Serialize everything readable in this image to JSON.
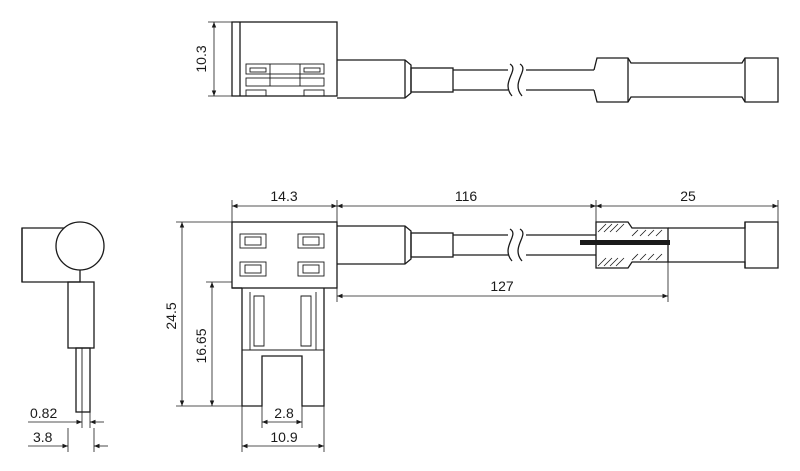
{
  "dimensions": {
    "height_top": "10.3",
    "width_body": "14.3",
    "wire_len": "116",
    "holder_len": "25",
    "total_len": "127",
    "height_full": "24.5",
    "height_blade": "16.65",
    "blade_width": "2.8",
    "blade_span": "10.9",
    "side_thickness": "0.82",
    "side_depth": "3.8"
  }
}
